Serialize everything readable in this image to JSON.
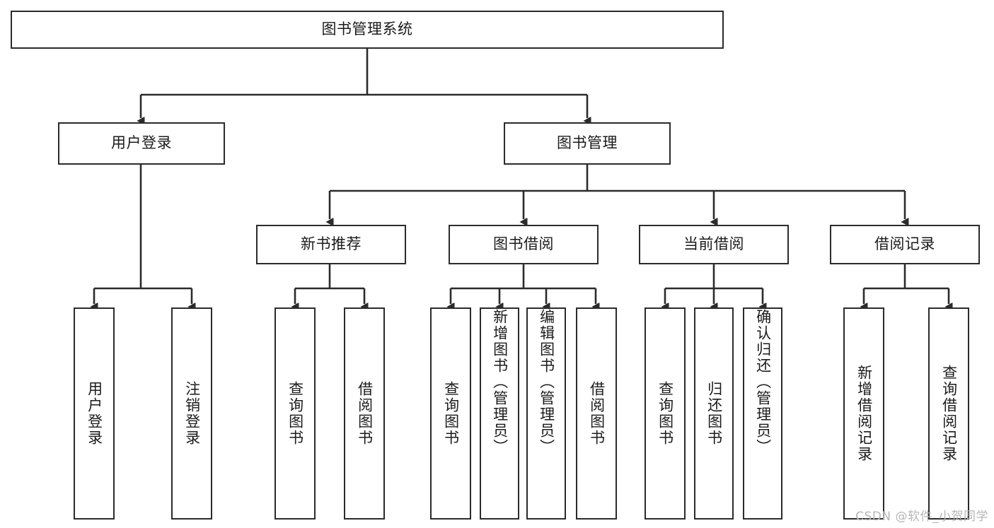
{
  "diagram": {
    "type": "tree-hierarchy",
    "title": "图书管理系统",
    "watermark": "CSDN @软件_小贺同学",
    "colors": {
      "stroke": "#2b2b2b",
      "fill": "#ffffff",
      "text": "#1b1b1b",
      "watermark": "#b6b6b6"
    },
    "levels": [
      {
        "level": 0,
        "nodes": [
          {
            "id": "root",
            "label": "图书管理系统",
            "orientation": "horizontal"
          }
        ]
      },
      {
        "level": 1,
        "nodes": [
          {
            "id": "login",
            "label": "用户登录",
            "orientation": "horizontal",
            "parent": "root"
          },
          {
            "id": "bookmgmt",
            "label": "图书管理",
            "orientation": "horizontal",
            "parent": "root"
          }
        ]
      },
      {
        "level": 2,
        "nodes": [
          {
            "id": "newbook",
            "label": "新书推荐",
            "orientation": "horizontal",
            "parent": "bookmgmt"
          },
          {
            "id": "borrow",
            "label": "图书借阅",
            "orientation": "horizontal",
            "parent": "bookmgmt"
          },
          {
            "id": "current",
            "label": "当前借阅",
            "orientation": "horizontal",
            "parent": "bookmgmt"
          },
          {
            "id": "records",
            "label": "借阅记录",
            "orientation": "horizontal",
            "parent": "bookmgmt"
          }
        ]
      },
      {
        "level": 3,
        "nodes": [
          {
            "id": "leaf-login-1",
            "label": "用户登录",
            "orientation": "vertical",
            "parent": "login"
          },
          {
            "id": "leaf-login-2",
            "label": "注销登录",
            "orientation": "vertical",
            "parent": "login"
          },
          {
            "id": "leaf-new-1",
            "label": "查询图书",
            "orientation": "vertical",
            "parent": "newbook"
          },
          {
            "id": "leaf-new-2",
            "label": "借阅图书",
            "orientation": "vertical",
            "parent": "newbook"
          },
          {
            "id": "leaf-borrow-1",
            "label": "查询图书",
            "orientation": "vertical",
            "parent": "borrow"
          },
          {
            "id": "leaf-borrow-2",
            "label": "新增图书（管理员）",
            "orientation": "vertical",
            "parent": "borrow"
          },
          {
            "id": "leaf-borrow-3",
            "label": "编辑图书（管理员）",
            "orientation": "vertical",
            "parent": "borrow"
          },
          {
            "id": "leaf-borrow-4",
            "label": "借阅图书",
            "orientation": "vertical",
            "parent": "borrow"
          },
          {
            "id": "leaf-cur-1",
            "label": "查询图书",
            "orientation": "vertical",
            "parent": "current"
          },
          {
            "id": "leaf-cur-2",
            "label": "归还图书",
            "orientation": "vertical",
            "parent": "current"
          },
          {
            "id": "leaf-cur-3",
            "label": "确认归还（管理员）",
            "orientation": "vertical",
            "parent": "current"
          },
          {
            "id": "leaf-rec-1",
            "label": "新增借阅记录",
            "orientation": "vertical",
            "parent": "records"
          },
          {
            "id": "leaf-rec-2",
            "label": "查询借阅记录",
            "orientation": "vertical",
            "parent": "records"
          }
        ]
      }
    ]
  }
}
